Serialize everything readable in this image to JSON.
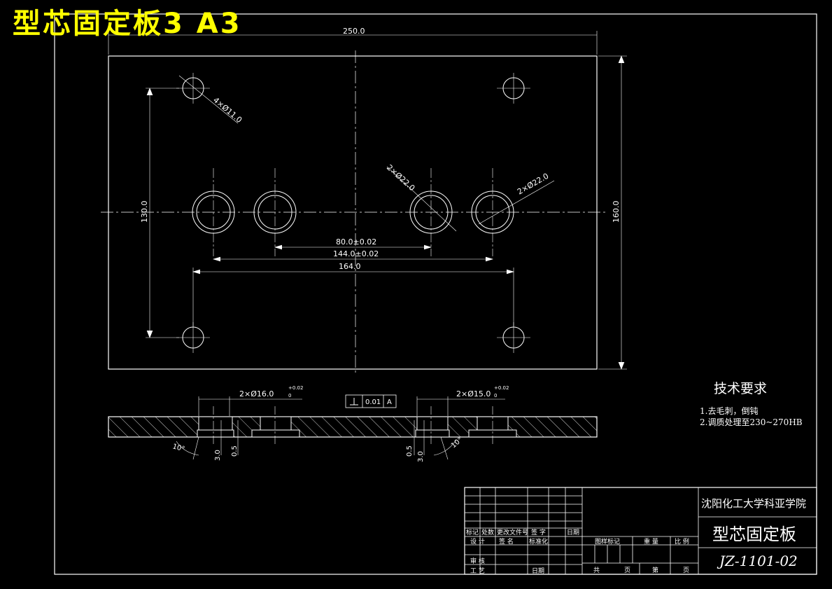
{
  "header": {
    "title": "型芯固定板3  A3"
  },
  "dimensions": {
    "overall_width": "250.0",
    "overall_height": "160.0",
    "hole_spacing_y": "130.0",
    "hole_spacing_x": "164.0",
    "small_holes": "4×Ø11.0",
    "large_holes_a": "2×Ø22.0",
    "large_holes_b": "2×Ø22.0",
    "center_spacing_80": "80.0±0.02",
    "center_spacing_144": "144.0±0.02",
    "counterbore_left": "2×Ø16.0",
    "counterbore_right": "2×Ø15.0",
    "tolerance_upper": "+0.02",
    "tolerance_lower": "0",
    "perp_tolerance": "0.01",
    "datum": "A",
    "angle_left": "10°",
    "angle_right": "10°",
    "depth_3_left": "3.0",
    "depth_05_left": "0.5",
    "depth_05_right": "0.5",
    "depth_3_right": "3.0"
  },
  "tech_requirements": {
    "title": "技术要求",
    "items": [
      "1.去毛刺，倒钝",
      "2.调质处理至230~270HB"
    ]
  },
  "title_block": {
    "school": "沈阳化工大学科亚学院",
    "part_name": "型芯固定板",
    "drawing_no": "JZ-1101-02",
    "labels": {
      "mark": "标记",
      "count": "处数",
      "change_doc": "更改文件号",
      "sign": "签 字",
      "date": "日期",
      "design": "设 计",
      "signature": "签 名",
      "standardize": "标准化",
      "review": "审 核",
      "process": "工 艺",
      "date2": "日期",
      "stage_mark": "图样标记",
      "weight": "重 量",
      "scale": "比 例",
      "total": "共",
      "sheets": "页",
      "page_no": "第",
      "page": "页"
    }
  },
  "colors": {
    "background": "#000000",
    "lines": "#ffffff",
    "title": "#ffff00"
  }
}
